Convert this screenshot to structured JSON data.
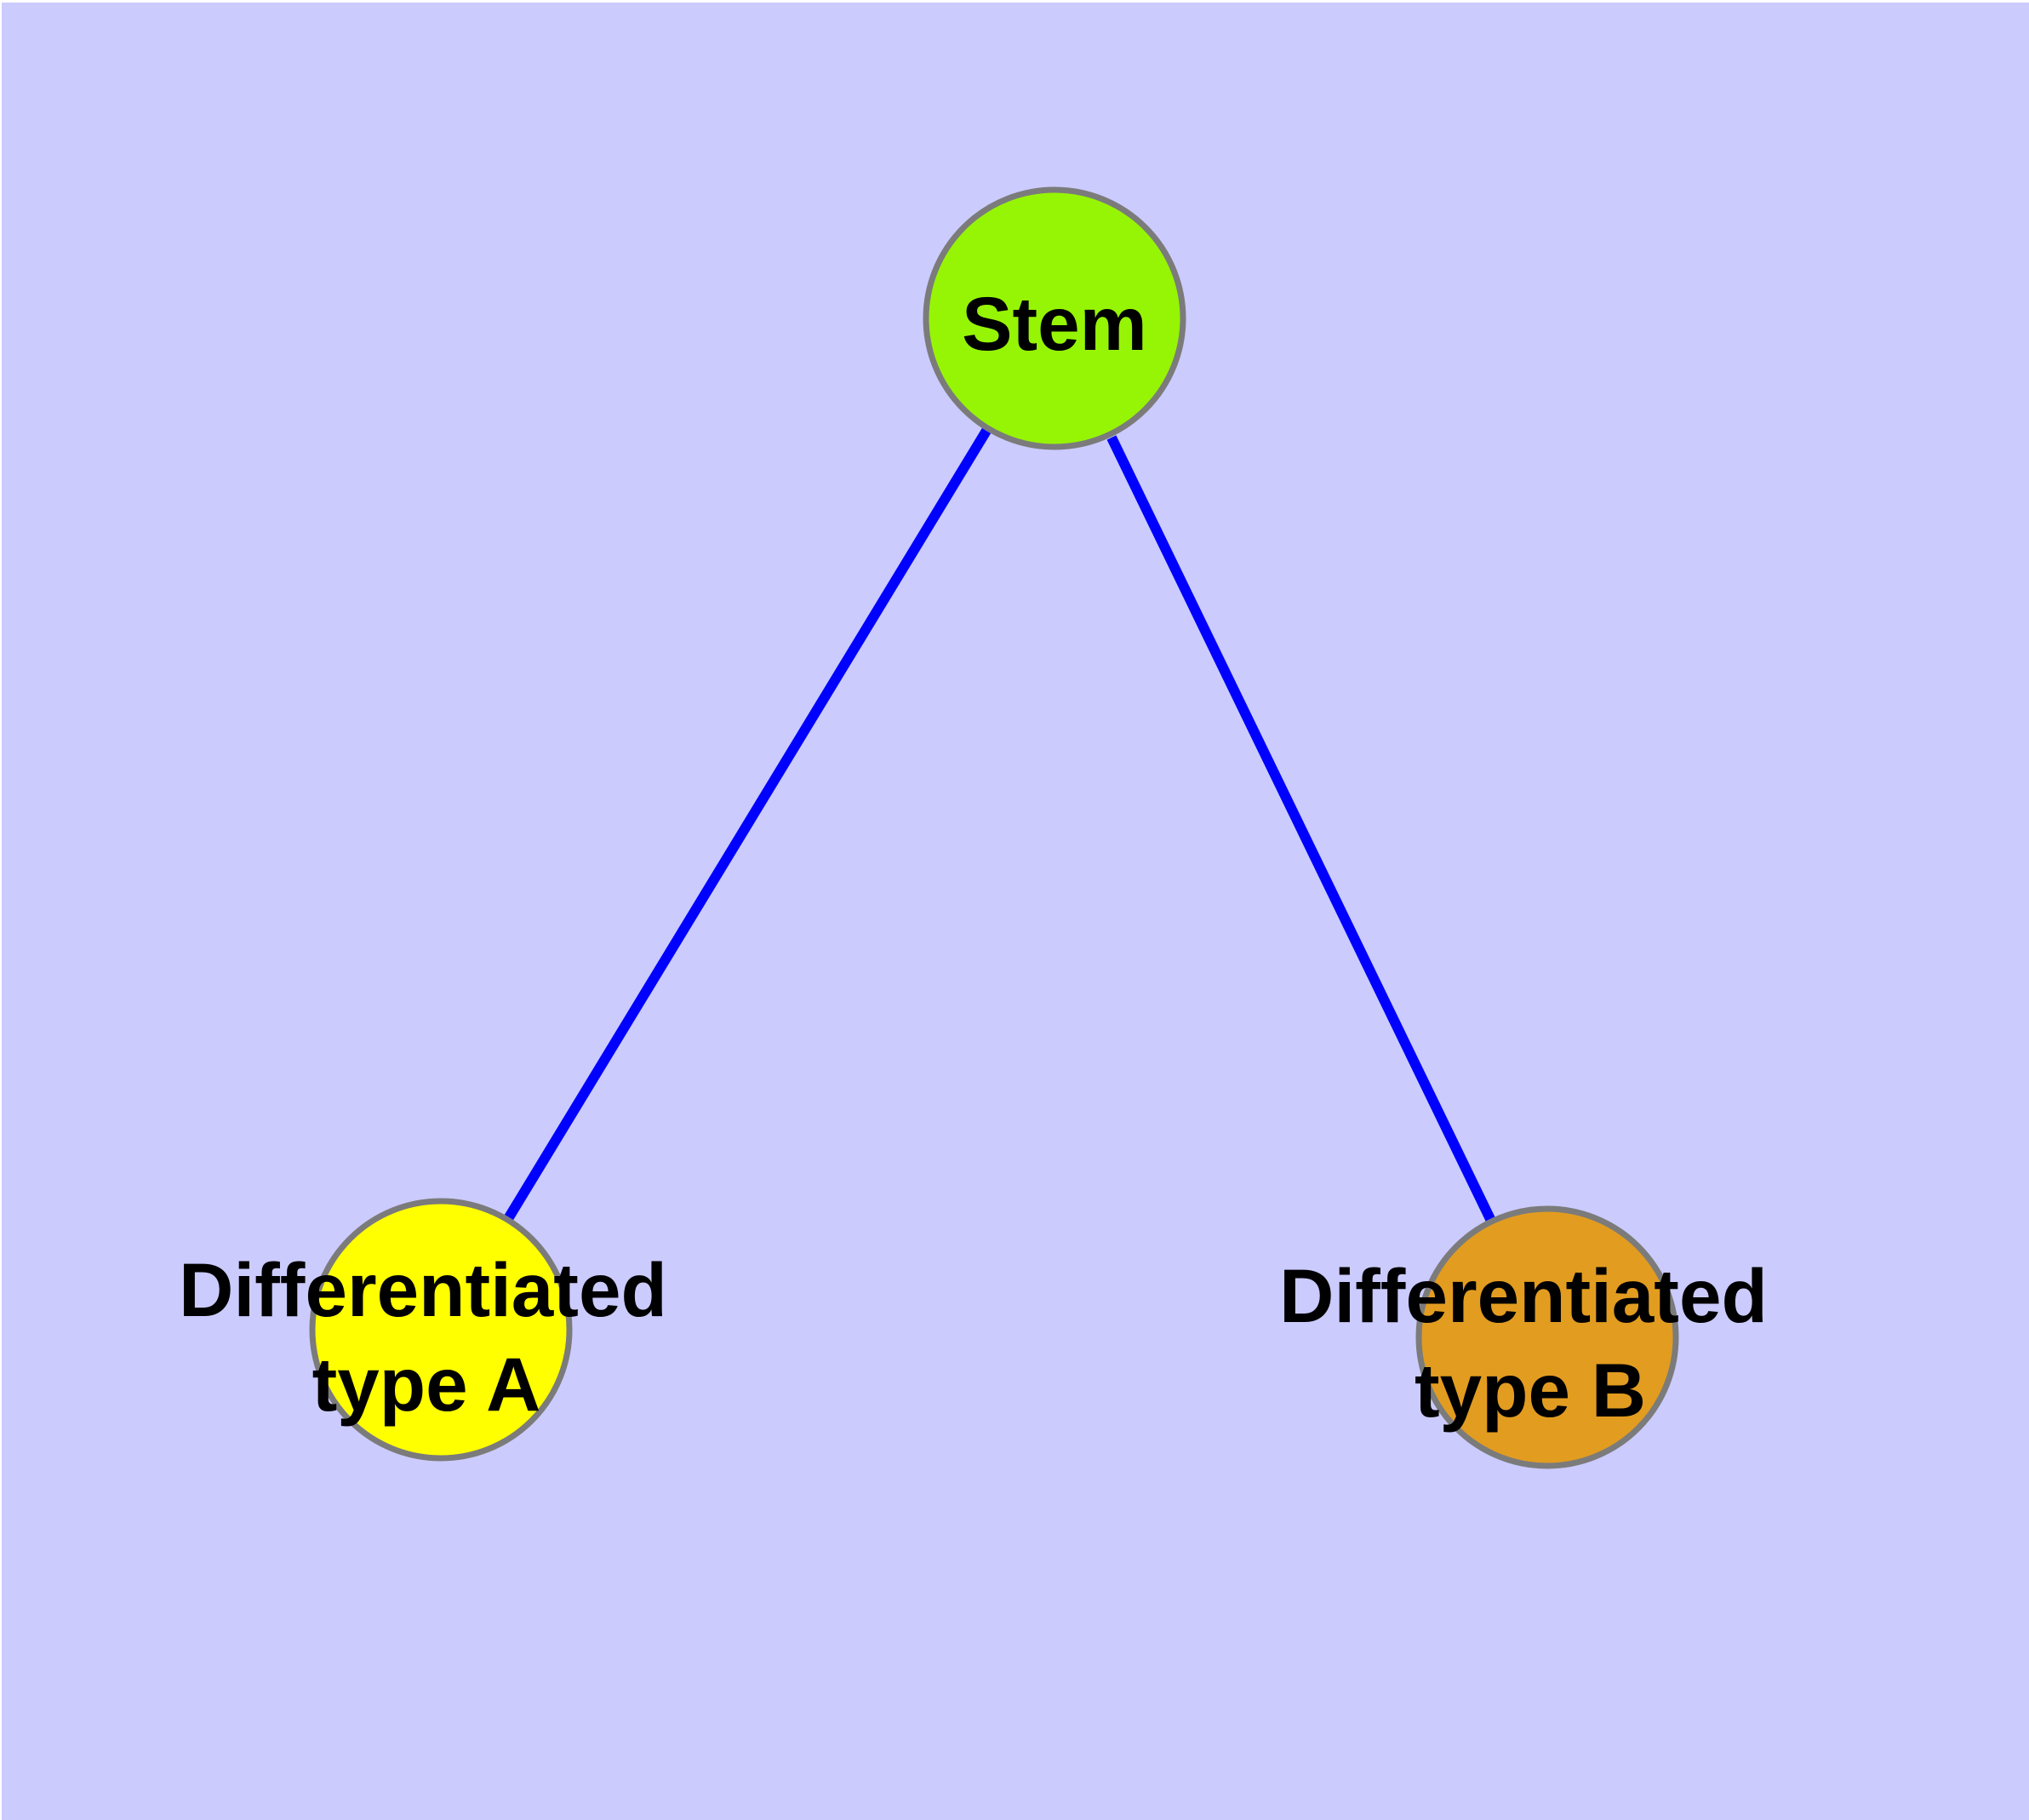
{
  "diagram": {
    "type": "graph",
    "description": "Stem cell differentiation graph with one root node and two differentiated child nodes",
    "background_color": "#CBCBFE",
    "edge_color": "#0000FF",
    "node_border_color": "#7B7B7B",
    "label_color": "#000000",
    "nodes": [
      {
        "id": "stem",
        "label": "Stem",
        "line1": "Stem",
        "fill": "#96F505"
      },
      {
        "id": "differentiated-type-a",
        "label": "Differentiated type A",
        "line1": "Differentiated",
        "line2": "type A",
        "fill": "#FFFF00"
      },
      {
        "id": "differentiated-type-b",
        "label": "Differentiated type B",
        "line1": "Differentiated",
        "line2": "type B",
        "fill": "#E29C20"
      }
    ],
    "edges": [
      {
        "from": "Stem",
        "to": "Differentiated type A"
      },
      {
        "from": "Stem",
        "to": "Differentiated type B"
      }
    ]
  }
}
